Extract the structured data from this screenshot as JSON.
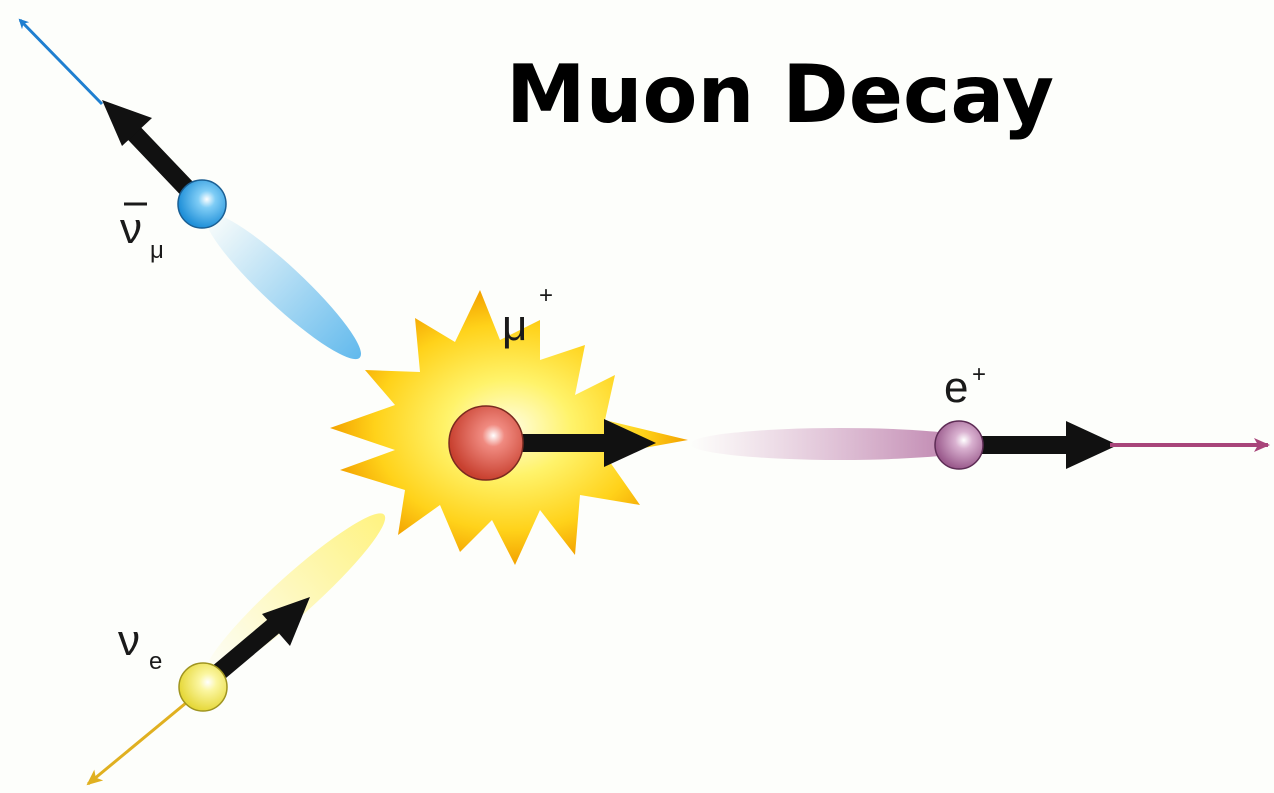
{
  "title": "Muon Decay",
  "particles": {
    "muon": {
      "symbol": "μ",
      "superscript": "+",
      "color": "#d9534a"
    },
    "positron": {
      "symbol": "e",
      "superscript": "+",
      "color": "#b57aa8"
    },
    "muon_antineutrino": {
      "symbol": "ν",
      "overbar": true,
      "subscript": "μ",
      "color": "#3aa6e6"
    },
    "electron_neutrino": {
      "symbol": "ν",
      "subscript": "e",
      "color": "#f4ec6a"
    }
  },
  "colors": {
    "background": "#fdfefb",
    "burst_outer": "#f3a900",
    "burst_inner": "#fff36a",
    "momentum_arrow": "#111111",
    "muon_antineutrino_track": "#1f7fd0",
    "electron_neutrino_track": "#e0b020",
    "positron_track": "#a8457a"
  }
}
